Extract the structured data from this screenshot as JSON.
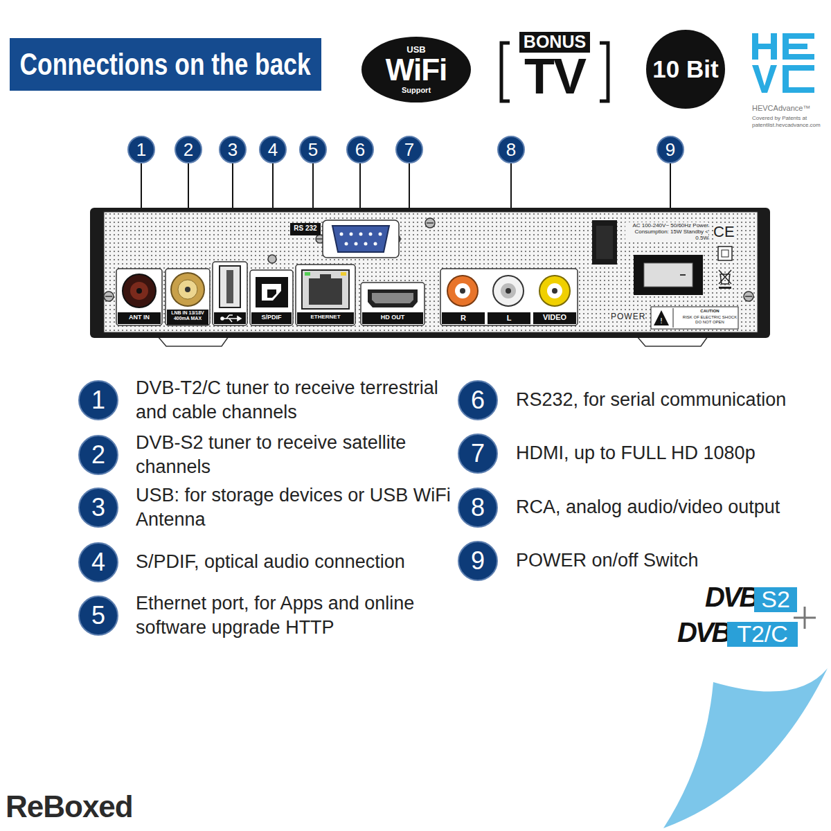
{
  "diagram": {
    "title": "Connections on the back",
    "nodes": [
      {
        "text": [
          "USB",
          "WiFi",
          "Support"
        ]
      },
      {
        "text": [
          "BONUS",
          "TV"
        ]
      },
      {
        "text": [
          "10 Bit"
        ]
      },
      {
        "text": [
          "1"
        ]
      },
      {
        "text": [
          "2"
        ]
      },
      {
        "text": [
          "3"
        ]
      },
      {
        "text": [
          "4"
        ]
      },
      {
        "text": [
          "5"
        ]
      },
      {
        "text": [
          "6"
        ]
      },
      {
        "text": [
          "7"
        ]
      },
      {
        "text": [
          "8"
        ]
      },
      {
        "text": [
          "9"
        ]
      },
      {
        "text": [
          "1",
          "DVB-T2/C tuner to receive terrestrial and cable channels"
        ]
      },
      {
        "text": [
          "2",
          "DVB-S2 tuner to receive satellite channels"
        ]
      },
      {
        "text": [
          "3",
          "USB: for storage devices or USB WiFi Antenna"
        ]
      },
      {
        "text": [
          "4",
          "S/PDIF, optical audio connection"
        ]
      },
      {
        "text": [
          "5",
          "Ethernet port, for Apps and online software upgrade HTTP"
        ]
      },
      {
        "text": [
          "6",
          "RS232, for serial communication"
        ]
      },
      {
        "text": [
          "7",
          "HDMI, up to FULL HD 1080p"
        ]
      },
      {
        "text": [
          "8",
          "RCA, analog audio/video output"
        ]
      },
      {
        "text": [
          "9",
          "POWER on/off Switch"
        ]
      }
    ],
    "labels": [
      "RS 232",
      "ANT IN",
      "LNB IN 13/18V 400mA MAX",
      "S/PDIF",
      "ETHERNET",
      "HD OUT",
      "R",
      "L",
      "VIDEO",
      "AC 100-240V~ 50/60Hz Power Consumption: 15W Standby < 0.5W",
      "CE",
      "POWER",
      "CAUTION",
      "RISK OF ELECTRIC SHOCK DO NOT OPEN",
      "HEVCAdvance™",
      "Covered by Patents at patentlist.hevcadvance.com",
      "DVB",
      "S2",
      "DVB",
      "T2/C",
      "ReBoxed"
    ]
  }
}
